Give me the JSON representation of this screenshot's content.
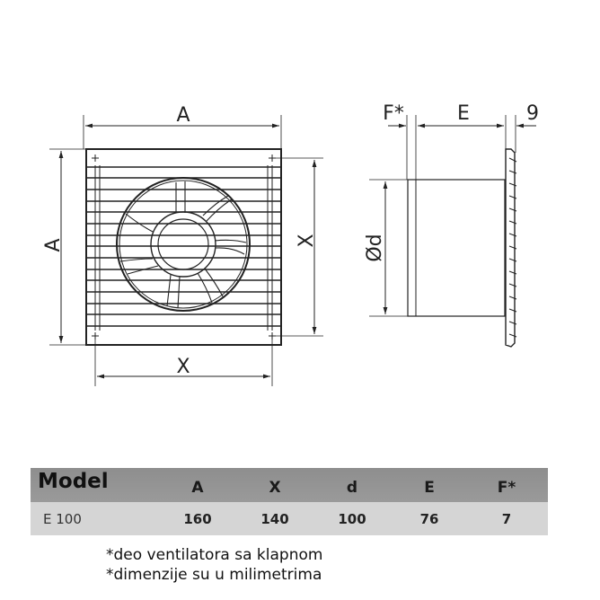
{
  "drawing": {
    "front_view": {
      "labels": {
        "top_width": "A",
        "left_height": "A",
        "right_height": "X",
        "bottom_width": "X"
      }
    },
    "side_view": {
      "labels": {
        "flap": "F*",
        "depth": "E",
        "plate": "9",
        "diameter": "Ød"
      }
    }
  },
  "table": {
    "headers": [
      "Model",
      "A",
      "X",
      "d",
      "E",
      "F*"
    ],
    "rows": [
      {
        "model": "E 100",
        "A": "160",
        "X": "140",
        "d": "100",
        "E": "76",
        "F": "7"
      }
    ],
    "colors": {
      "header_bg": "#959595",
      "row_bg": "#d5d5d5"
    }
  },
  "notes": [
    "*deo ventilatora sa klapnom",
    "*dimenzije su u milimetrima"
  ]
}
